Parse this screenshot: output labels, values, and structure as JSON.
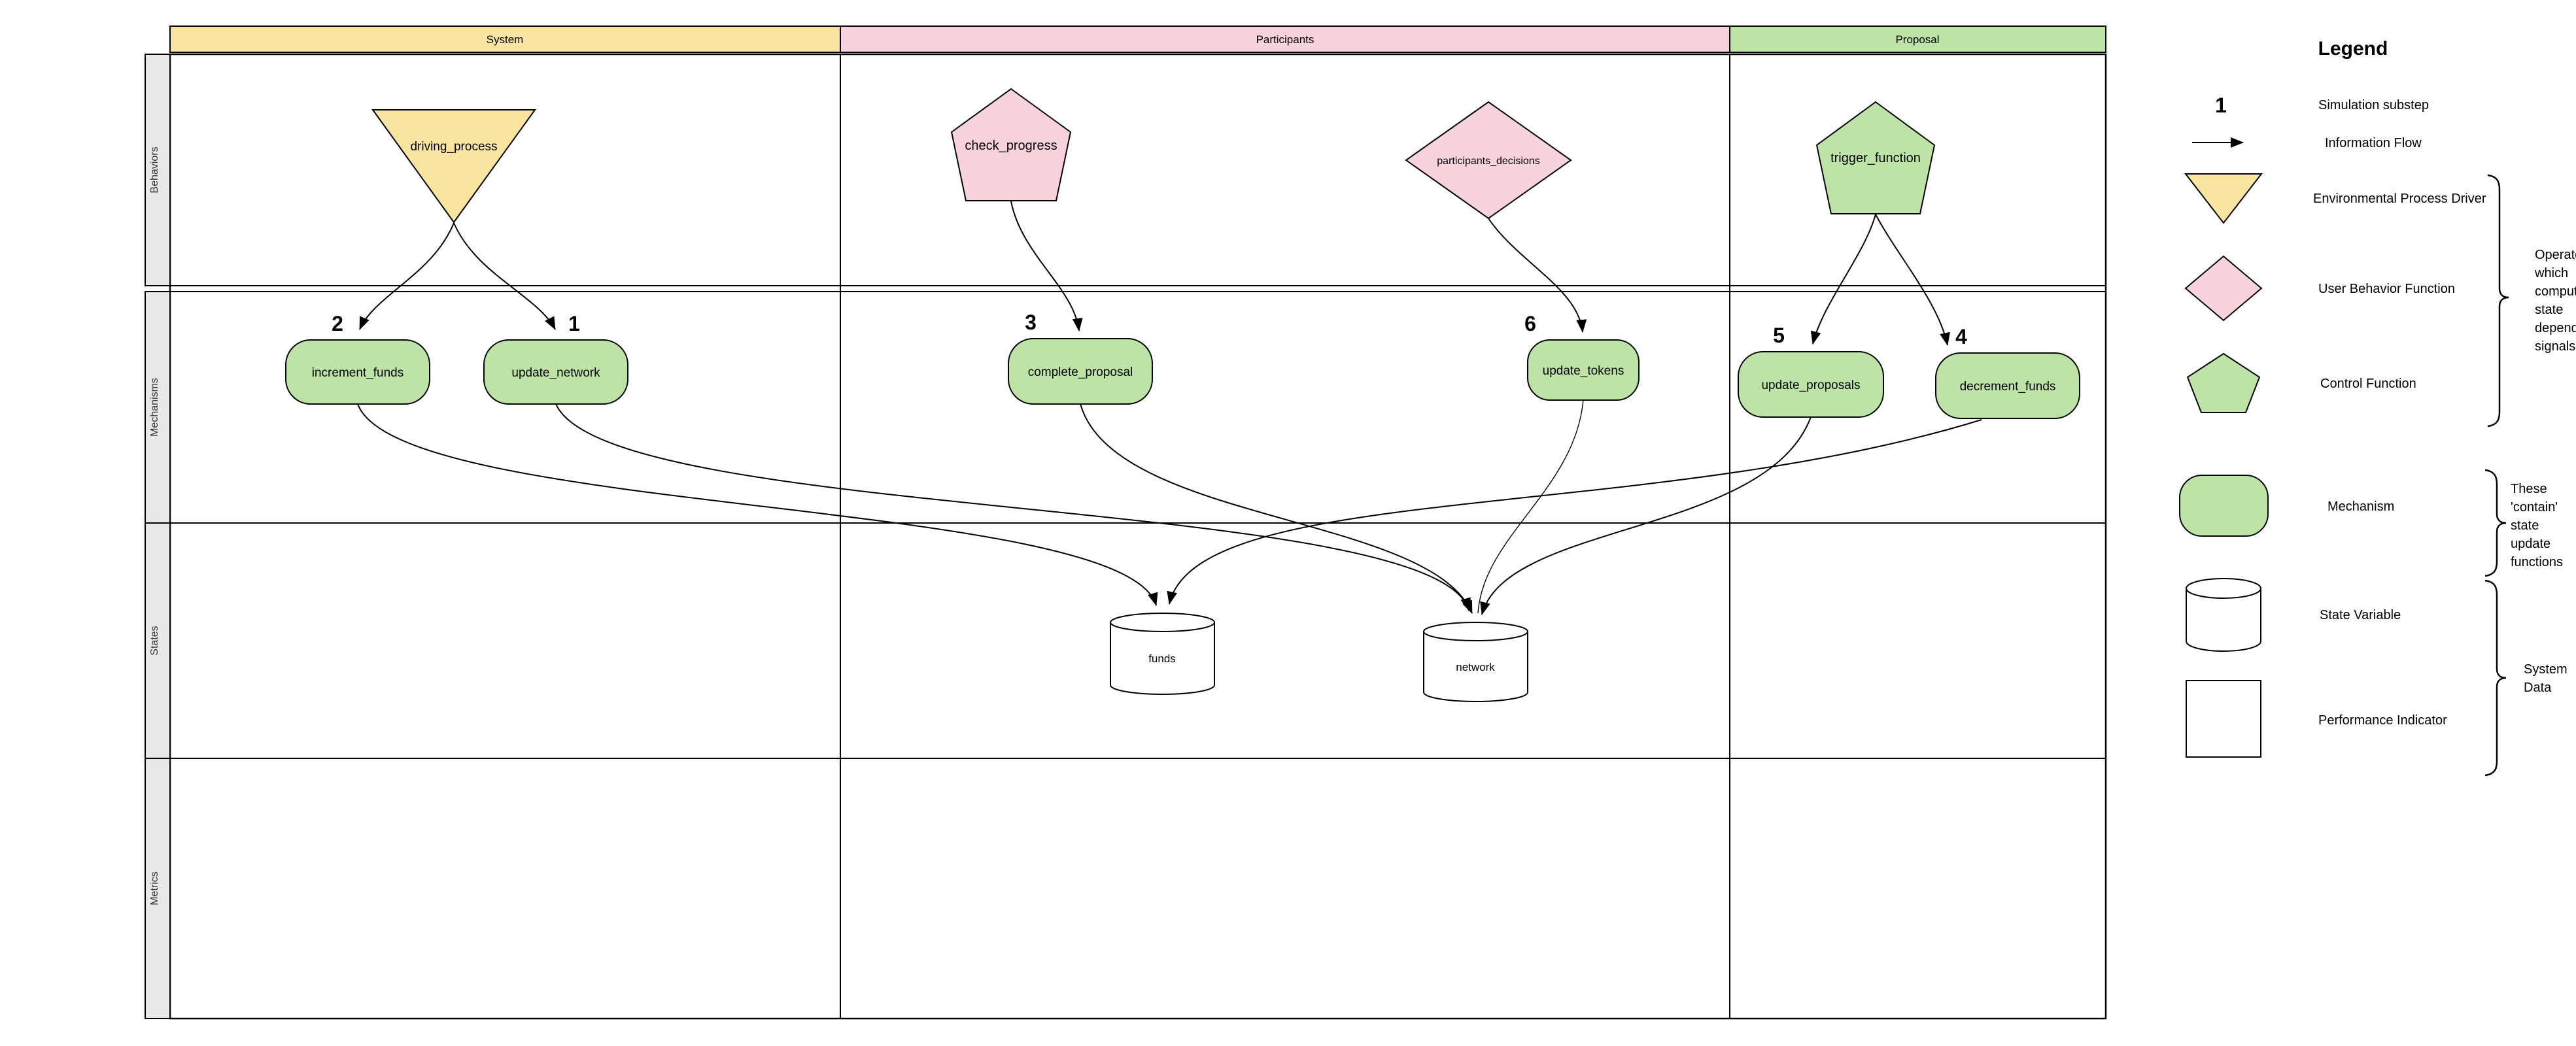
{
  "colors": {
    "yellow": "#F9E4A0",
    "pink": "#F8D2DC",
    "green": "#BEE3A6",
    "sidebar_bg": "#E8E8E8",
    "white": "#FFFFFF",
    "stroke": "#000000"
  },
  "header": {
    "columns": [
      {
        "label": "System"
      },
      {
        "label": "Participants"
      },
      {
        "label": "Proposal"
      }
    ]
  },
  "rows": [
    {
      "label": "Behaviors"
    },
    {
      "label": "Mechanisms"
    },
    {
      "label": "States"
    },
    {
      "label": "Metrics"
    }
  ],
  "nodes": {
    "driving_process": {
      "label": "driving_process",
      "type": "Environmental Process Driver"
    },
    "check_progress": {
      "label": "check_progress",
      "type": "Control Function"
    },
    "participants_decisions": {
      "label": "participants_decisions",
      "type": "User Behavior Function"
    },
    "trigger_function": {
      "label": "trigger_function",
      "type": "Control Function"
    },
    "increment_funds": {
      "label": "increment_funds",
      "substep": "2"
    },
    "update_network": {
      "label": "update_network",
      "substep": "1"
    },
    "complete_proposal": {
      "label": "complete_proposal",
      "substep": "3"
    },
    "update_tokens": {
      "label": "update_tokens",
      "substep": "6"
    },
    "update_proposals": {
      "label": "update_proposals",
      "substep": "5"
    },
    "decrement_funds": {
      "label": "decrement_funds",
      "substep": "4"
    },
    "funds": {
      "label": "funds",
      "type": "State Variable"
    },
    "network": {
      "label": "network",
      "type": "State Variable"
    }
  },
  "legend": {
    "title": "Legend",
    "substep_glyph": "1",
    "items": {
      "simulation_substep": "Simulation substep",
      "information_flow": "Information Flow",
      "environmental_process_driver": "Environmental Process Driver",
      "user_behavior_function": "User Behavior Function",
      "control_function": "Control Function",
      "mechanism": "Mechanism",
      "state_variable": "State Variable",
      "performance_indicator": "Performance Indicator"
    },
    "annotations": {
      "operators": {
        "lines": [
          "Operators",
          "which",
          "compute",
          "state",
          "dependent",
          "signals"
        ]
      },
      "contain": {
        "lines": [
          "These",
          "'contain'",
          "state",
          "update",
          "functions"
        ]
      },
      "system_data": {
        "lines": [
          "System",
          "Data"
        ]
      }
    }
  }
}
